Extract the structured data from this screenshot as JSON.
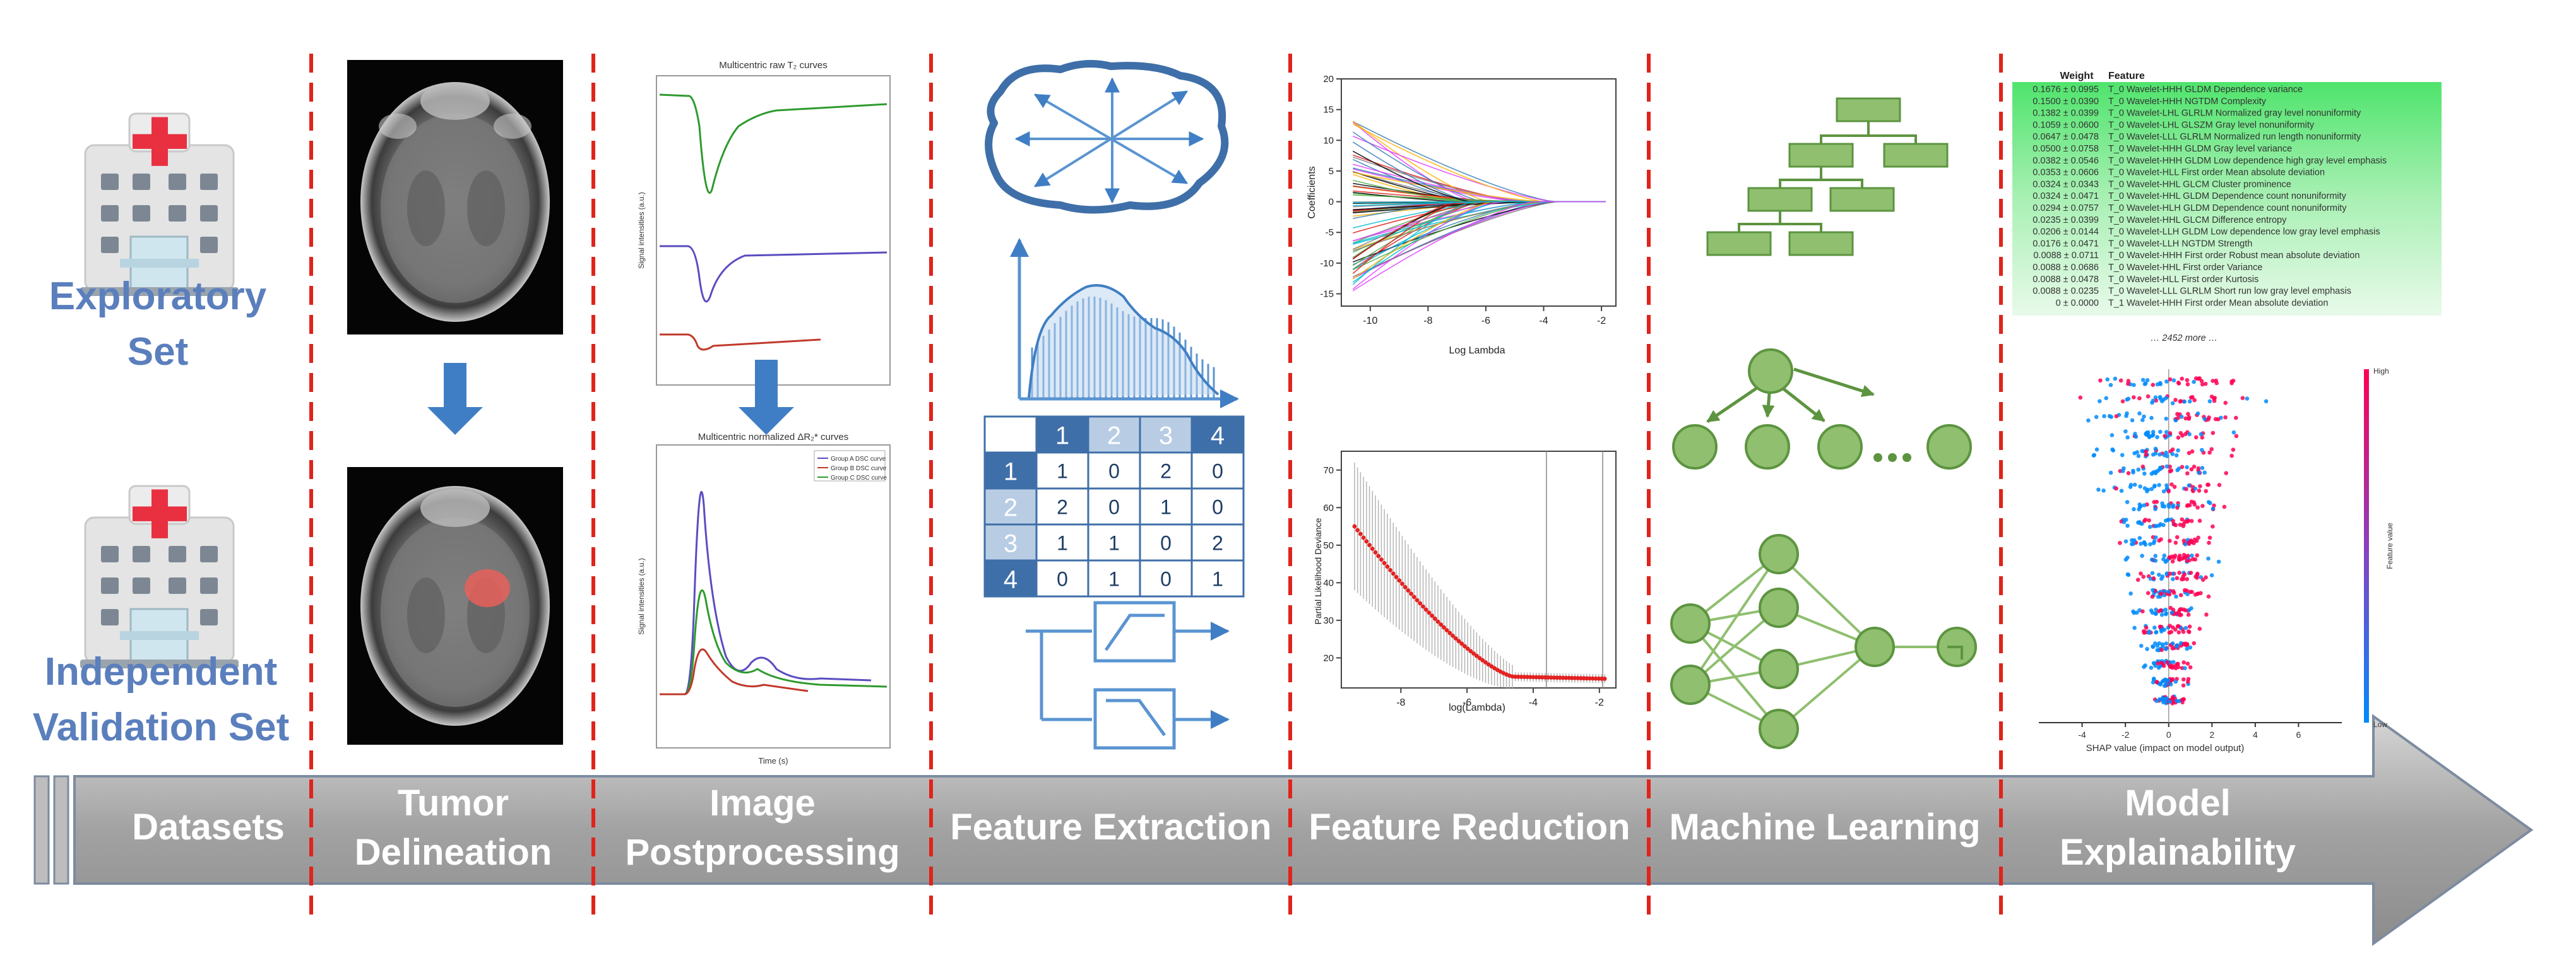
{
  "datasets": {
    "exploratory": [
      "Exploratory",
      "Set"
    ],
    "validation": [
      "Independent",
      "Validation Set"
    ]
  },
  "stages": [
    "Datasets",
    "Tumor Delineation",
    "Image Postprocessing",
    "Feature Extraction",
    "Feature Reduction",
    "Machine Learning",
    "Model Explainability"
  ],
  "postproc": {
    "raw_title": "Multicentric raw T₂ curves",
    "norm_title": "Multicentric normalized ΔR₂* curves",
    "legend": [
      "Group A DSC curve",
      "Group B DSC curve",
      "Group C DSC curve"
    ],
    "xlabel": "Time (s)",
    "ylabel": "Signal intensities (a.u.)"
  },
  "glcm": {
    "header": [
      "1",
      "2",
      "3",
      "4"
    ],
    "rows": [
      {
        "label": "1",
        "cells": [
          "1",
          "0",
          "2",
          "0"
        ]
      },
      {
        "label": "2",
        "cells": [
          "2",
          "0",
          "1",
          "0"
        ]
      },
      {
        "label": "3",
        "cells": [
          "1",
          "1",
          "0",
          "2"
        ]
      },
      {
        "label": "4",
        "cells": [
          "0",
          "1",
          "0",
          "1"
        ]
      }
    ]
  },
  "lasso": {
    "ylabel": "Coefficients",
    "xlabel": "Log Lambda",
    "x_ticks": [
      "-10",
      "-8",
      "-6",
      "-4",
      "-2"
    ],
    "y_ticks": [
      "20",
      "15",
      "10",
      "5",
      "0",
      "-5",
      "-10",
      "-15"
    ],
    "xlim": [
      -11,
      -1.5
    ],
    "ylim": [
      -17,
      20
    ]
  },
  "cv": {
    "ylabel": "Partial Likelihood Deviance",
    "xlabel": "log(Lambda)",
    "x_ticks": [
      "-8",
      "-6",
      "-4",
      "-2"
    ],
    "y_ticks": [
      "70",
      "60",
      "50",
      "40",
      "30",
      "20"
    ],
    "xlim": [
      -9.8,
      -1.5
    ],
    "ylim": [
      12,
      75
    ],
    "vlines": [
      -3.6,
      -1.9
    ]
  },
  "weights": {
    "header": [
      "Weight",
      "Feature"
    ],
    "rows": [
      [
        "0.1676 ± 0.0995",
        "T_0 Wavelet-HHH GLDM Dependence variance"
      ],
      [
        "0.1500 ± 0.0390",
        "T_0 Wavelet-HHH NGTDM Complexity"
      ],
      [
        "0.1382 ± 0.0399",
        "T_0 Wavelet-LHL GLRLM Normalized gray level nonuniformity"
      ],
      [
        "0.1059 ± 0.0600",
        "T_0 Wavelet-LHL GLSZM Gray level nonuniformity"
      ],
      [
        "0.0647 ± 0.0478",
        "T_0 Wavelet-LLL GLRLM Normalized run length nonuniformity"
      ],
      [
        "0.0500 ± 0.0758",
        "T_0 Wavelet-HHH GLDM Gray level variance"
      ],
      [
        "0.0382 ± 0.0546",
        "T_0 Wavelet-HHH GLDM Low dependence high gray level emphasis"
      ],
      [
        "0.0353 ± 0.0606",
        "T_0 Wavelet-HLL First order Mean absolute deviation"
      ],
      [
        "0.0324 ± 0.0343",
        "T_0 Wavelet-HHL GLCM Cluster prominence"
      ],
      [
        "0.0324 ± 0.0471",
        "T_0 Wavelet-HHL GLDM Dependence count nonuniformity"
      ],
      [
        "0.0294 ± 0.0757",
        "T_0 Wavelet-HLH GLDM Dependence count nonuniformity"
      ],
      [
        "0.0235 ± 0.0399",
        "T_0 Wavelet-HHL GLCM Difference entropy"
      ],
      [
        "0.0206 ± 0.0144",
        "T_0 Wavelet-LLH GLDM Low dependence low gray level emphasis"
      ],
      [
        "0.0176 ± 0.0471",
        "T_0 Wavelet-LLH NGTDM Strength"
      ],
      [
        "0.0088 ± 0.0711",
        "T_0 Wavelet-HHH First order Robust mean absolute deviation"
      ],
      [
        "0.0088 ± 0.0686",
        "T_0 Wavelet-HHL First order Variance"
      ],
      [
        "0.0088 ± 0.0478",
        "T_0 Wavelet-HLL First order Kurtosis"
      ],
      [
        "0.0088 ± 0.0235",
        "T_0 Wavelet-LLL GLRLM Short run low gray level emphasis"
      ],
      [
        "0 ± 0.0000",
        "T_1 Wavelet-HHH First order Mean absolute deviation"
      ]
    ],
    "more": "… 2452 more …"
  },
  "shap": {
    "xlabel": "SHAP value (impact on model output)",
    "x_ticks": [
      "-4",
      "-2",
      "0",
      "2",
      "4",
      "6"
    ],
    "colorbar_label": "Feature value",
    "high": "High",
    "low": "Low"
  },
  "colors": {
    "label_blue": "#5b7fbd",
    "icon_blue": "#3f7ec4",
    "green_fill": "#8fbf6f",
    "green_stroke": "#5d9440",
    "arrow_fill": "#a9a9a9",
    "divider_red": "#e0231b"
  }
}
